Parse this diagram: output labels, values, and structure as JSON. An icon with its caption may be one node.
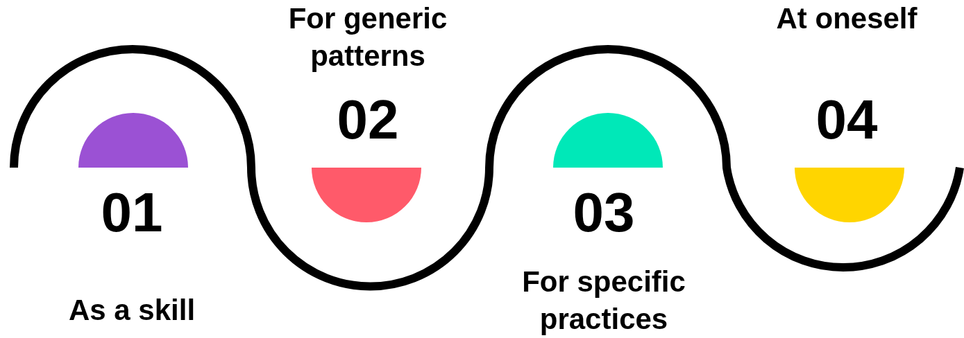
{
  "diagram": {
    "nodes": [
      {
        "text": [
          "01",
          "As a skill"
        ]
      },
      {
        "text": [
          "For generic patterns",
          "02"
        ]
      },
      {
        "text": [
          "03",
          "For specific practices"
        ]
      },
      {
        "text": [
          "At oneself",
          "04"
        ]
      },
      {
        "text": [],
        "shape": "semicircle"
      },
      {
        "text": [],
        "shape": "semicircle"
      },
      {
        "text": [],
        "shape": "semicircle"
      },
      {
        "text": [],
        "shape": "semicircle"
      }
    ]
  }
}
